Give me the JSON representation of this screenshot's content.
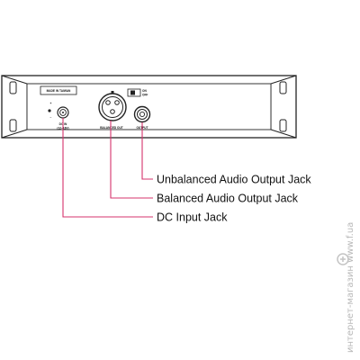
{
  "device": {
    "made_in": "MADE IN TAIWAN",
    "dc_label": "DC IN",
    "dc_sub": "(12~18V)",
    "balanced_label": "BALANCED OUT",
    "output_label": "OUTPUT",
    "polarity_plus": "+",
    "polarity_minus": "−",
    "switch_top": "ON",
    "switch_bottom": "OFF"
  },
  "callouts": {
    "unbalanced": "Unbalanced Audio Output Jack",
    "balanced": "Balanced Audio Output Jack",
    "dc": "DC Input Jack"
  },
  "colors": {
    "leader": "#d6336c",
    "panel_stroke": "#222222"
  },
  "watermark": {
    "text": "интернет-магазин www.f.ua"
  }
}
